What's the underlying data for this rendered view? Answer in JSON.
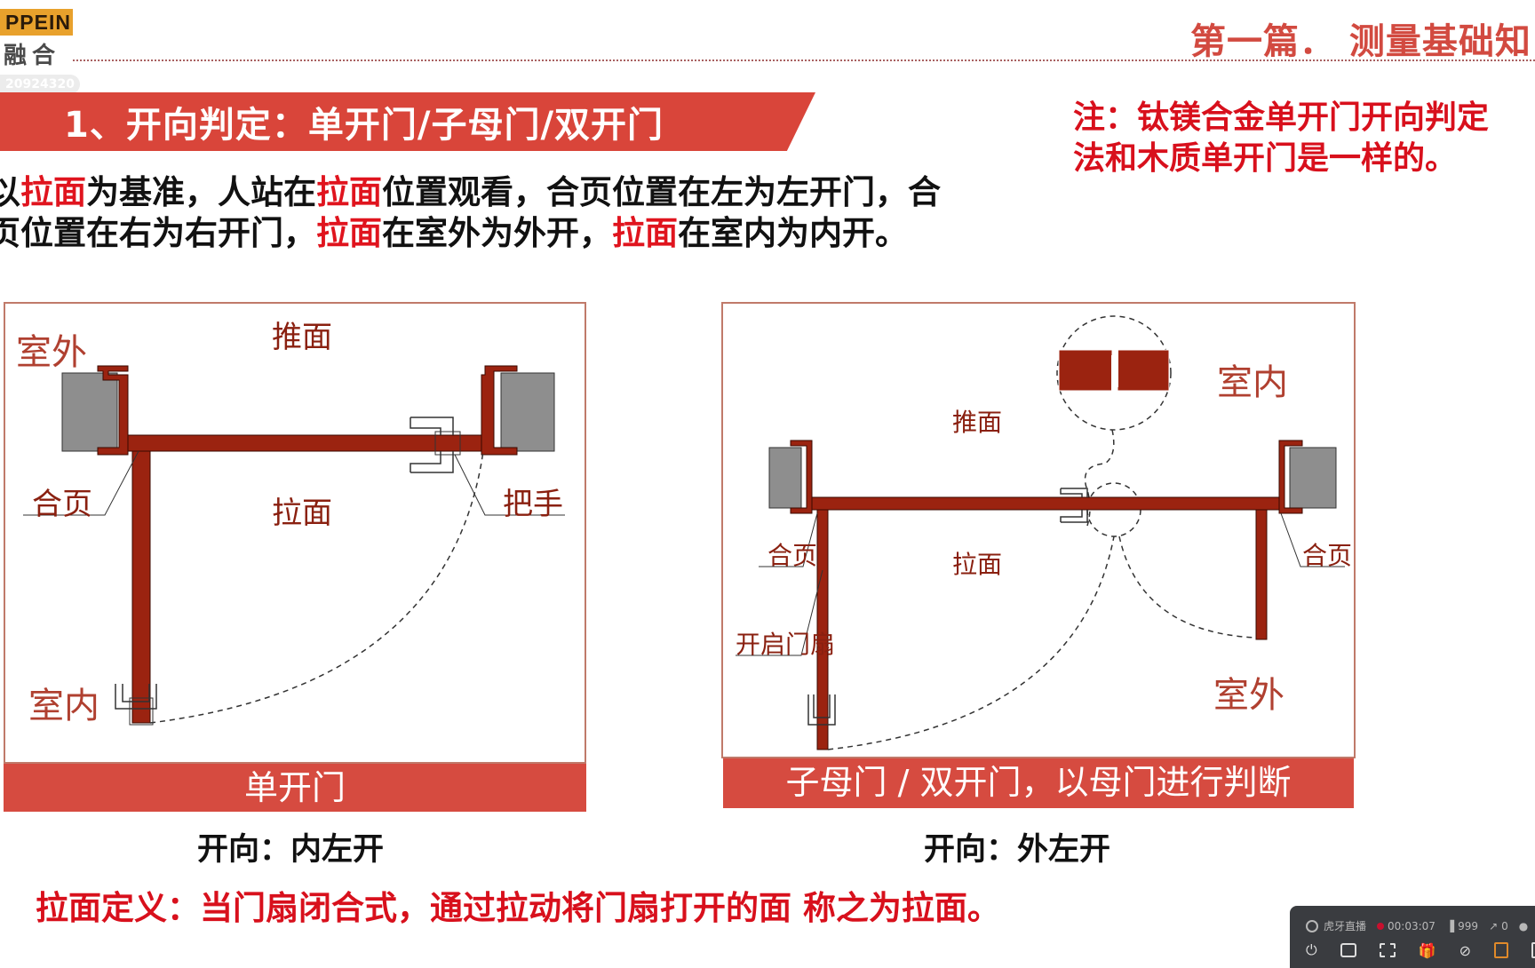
{
  "header": {
    "logo_en": "PPEIN",
    "logo_cn": "融合",
    "logo_id": "20924320",
    "chapter_title": "第一篇．  测量基础知"
  },
  "section": {
    "title": "1、开向判定：单开门/子母门/双开门"
  },
  "note": {
    "line1": "注：钛镁合金单开门开向判定",
    "line2": "法和木质单开门是一样的。"
  },
  "intro": {
    "line1": [
      {
        "text": "以",
        "highlight": false
      },
      {
        "text": "拉面",
        "highlight": true
      },
      {
        "text": "为基准，人站在",
        "highlight": false
      },
      {
        "text": "拉面",
        "highlight": true
      },
      {
        "text": "位置观看，合页位置在左为左开门，合",
        "highlight": false
      }
    ],
    "line2": [
      {
        "text": "页位置在右为右开门，",
        "highlight": false
      },
      {
        "text": "拉面",
        "highlight": true
      },
      {
        "text": "在室外为外开，",
        "highlight": false
      },
      {
        "text": "拉面",
        "highlight": true
      },
      {
        "text": "在室内为内开。",
        "highlight": false
      }
    ]
  },
  "diagram_single": {
    "labels": {
      "outside": "室外",
      "push_side": "推面",
      "hinge": "合页",
      "pull_side": "拉面",
      "handle": "把手",
      "inside": "室内"
    },
    "caption": "单开门",
    "direction": "开向：内左开"
  },
  "diagram_double": {
    "labels": {
      "inside": "室内",
      "push_side": "推面",
      "hinge_left": "合页",
      "pull_side": "拉面",
      "hinge_right": "合页",
      "opening_leaf": "开启门扇",
      "outside": "室外"
    },
    "caption": "子母门 / 双开门，以母门进行判断",
    "direction": "开向：外左开"
  },
  "definition": "拉面定义：当门扇闭合式，通过拉动将门扇打开的面 称之为拉面。",
  "stream_bar": {
    "platform": "虎牙直播",
    "elapsed": "00:03:07",
    "viewers": "999",
    "shares": "0"
  },
  "colors": {
    "banner_red": "#d9453a",
    "text_red": "#d8101c",
    "door_brown": "#9b2310",
    "wall_gray": "#8e8e8e",
    "logo_orange": "#e8a12c"
  }
}
